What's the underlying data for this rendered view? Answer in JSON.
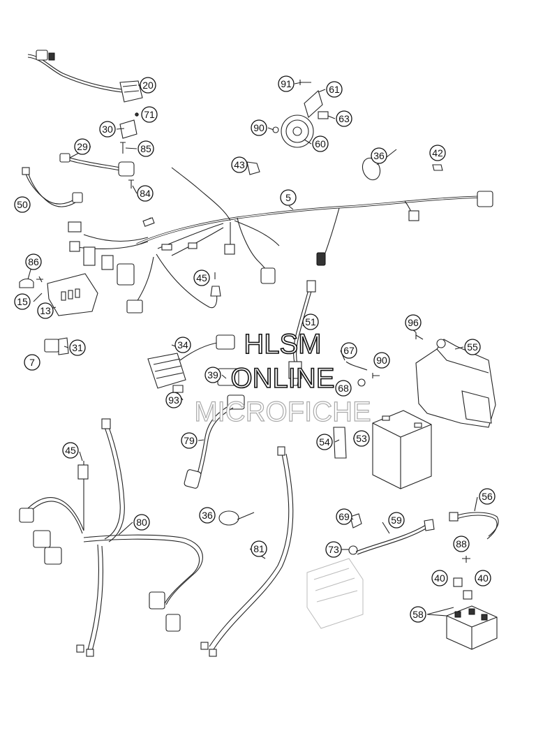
{
  "watermark": {
    "line1": "HLSM",
    "line2": "ONLINE",
    "line3": "MICROFICHE"
  },
  "callouts": [
    {
      "label": "20"
    },
    {
      "label": "71"
    },
    {
      "label": "30"
    },
    {
      "label": "85"
    },
    {
      "label": "29"
    },
    {
      "label": "84"
    },
    {
      "label": "50"
    },
    {
      "label": "91"
    },
    {
      "label": "61"
    },
    {
      "label": "63"
    },
    {
      "label": "90"
    },
    {
      "label": "60"
    },
    {
      "label": "43"
    },
    {
      "label": "36"
    },
    {
      "label": "42"
    },
    {
      "label": "5"
    },
    {
      "label": "86"
    },
    {
      "label": "15"
    },
    {
      "label": "13"
    },
    {
      "label": "45"
    },
    {
      "label": "51"
    },
    {
      "label": "96"
    },
    {
      "label": "7"
    },
    {
      "label": "31"
    },
    {
      "label": "34"
    },
    {
      "label": "67"
    },
    {
      "label": "90"
    },
    {
      "label": "55"
    },
    {
      "label": "39"
    },
    {
      "label": "68"
    },
    {
      "label": "93"
    },
    {
      "label": "79"
    },
    {
      "label": "54"
    },
    {
      "label": "53"
    },
    {
      "label": "45"
    },
    {
      "label": "80"
    },
    {
      "label": "36"
    },
    {
      "label": "69"
    },
    {
      "label": "59"
    },
    {
      "label": "56"
    },
    {
      "label": "81"
    },
    {
      "label": "73"
    },
    {
      "label": "88"
    },
    {
      "label": "40"
    },
    {
      "label": "40"
    },
    {
      "label": "58"
    }
  ]
}
